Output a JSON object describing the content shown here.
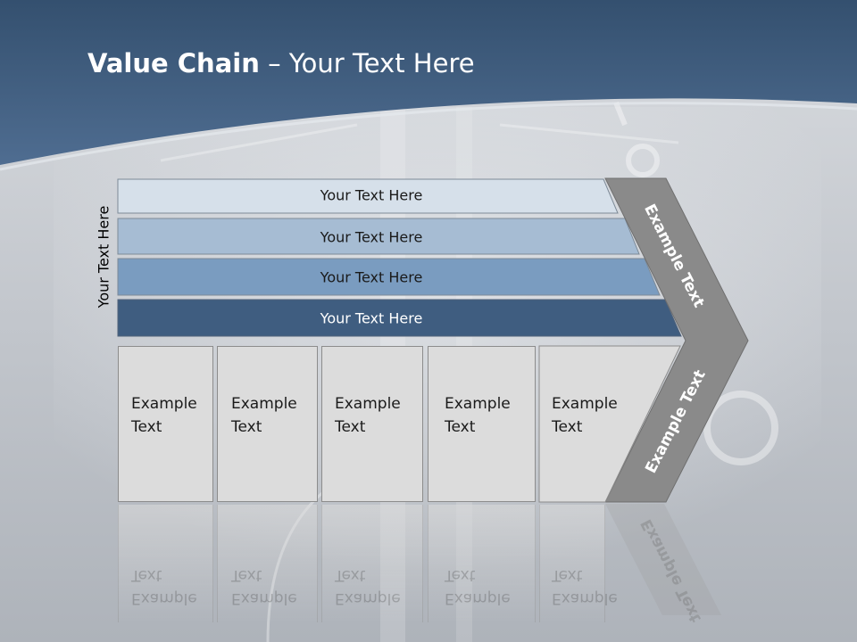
{
  "title": {
    "bold": "Value Chain",
    "rest": " – Your Text Here"
  },
  "side_label": "Your Text Here",
  "rows": [
    {
      "label": "Your Text Here",
      "fill": "#d6e0ea",
      "text_color": "#1a1a1a"
    },
    {
      "label": "Your Text Here",
      "fill": "#a6bcd3",
      "text_color": "#1a1a1a"
    },
    {
      "label": "Your Text Here",
      "fill": "#7a9cc0",
      "text_color": "#1a1a1a"
    },
    {
      "label": "Your Text Here",
      "fill": "#3f5d80",
      "text_color": "#ffffff"
    }
  ],
  "boxes": [
    {
      "label": "Example\nText"
    },
    {
      "label": "Example\nText"
    },
    {
      "label": "Example\nText"
    },
    {
      "label": "Example\nText"
    },
    {
      "label": "Example\nText"
    }
  ],
  "chevron": {
    "top_label": "Example Text",
    "bottom_label": "Example Text",
    "fill": "#8a8a8a"
  },
  "colors": {
    "header": "#3d5a7e",
    "box_fill": "#dcdcdc",
    "text": "#1a1a1a"
  }
}
